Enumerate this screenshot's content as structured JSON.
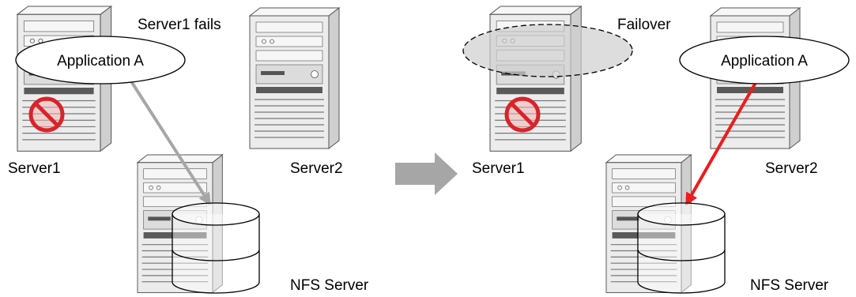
{
  "left_panel": {
    "caption": "Server1 fails",
    "server1_label": "Server1",
    "server2_label": "Server2",
    "nfs_label": "NFS Server",
    "app_label": "Application A"
  },
  "right_panel": {
    "caption": "Failover",
    "server1_label": "Server1",
    "server2_label": "Server2",
    "nfs_label": "NFS Server",
    "app_label": "Application A"
  },
  "colors": {
    "server_body": "#ececec",
    "server_outline": "#555555",
    "prohibit_red": "#d9232a",
    "link_gray": "#a6a6a6",
    "link_red": "#ee1c1c",
    "arrow_gray": "#a6a6a6",
    "ghost_fill": "#d4d4d4"
  }
}
